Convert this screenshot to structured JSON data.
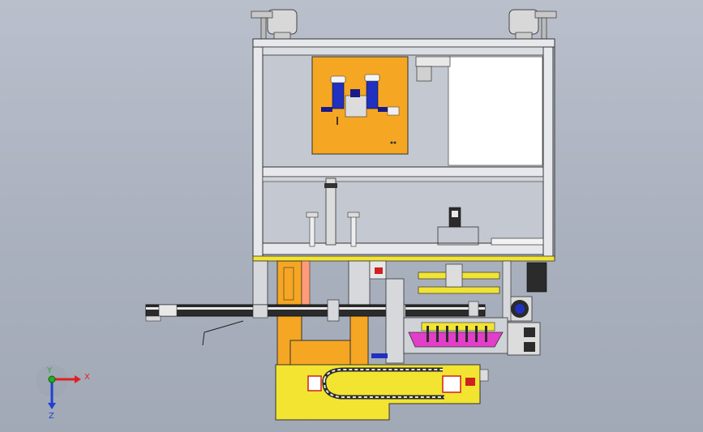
{
  "triad": {
    "x_label": "X",
    "y_label": "Y",
    "z_label": "Z",
    "x_color": "#e02020",
    "y_color": "#20b020",
    "z_color": "#2040d0"
  },
  "colors": {
    "frame": "#e6e8ec",
    "frame_edge": "#3a3a3a",
    "orange": "#f5a623",
    "yellow": "#f2e431",
    "magenta": "#e23ec9",
    "blue": "#2030c0",
    "dark": "#2b2b2b",
    "background": "#b4bac6"
  },
  "icons": [
    "caster-wheel-icon",
    "pneumatic-valve-icon",
    "servo-motor-icon",
    "cable-chain-icon"
  ]
}
